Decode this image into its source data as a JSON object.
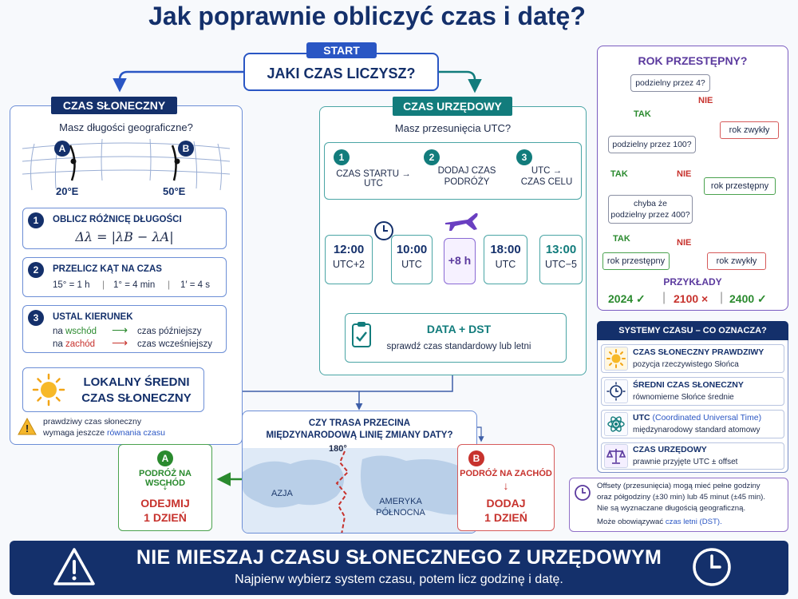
{
  "title": "Jak poprawnie obliczyć czas i datę?",
  "start": {
    "tag": "START",
    "question": "JAKI CZAS LICZYSZ?"
  },
  "solar": {
    "tag": "CZAS SŁONECZNY",
    "question": "Masz długości geograficzne?",
    "point_a": "A",
    "point_b": "B",
    "lon_a": "20°E",
    "lon_b": "50°E",
    "steps": [
      {
        "num": "1",
        "title": "OBLICZ RÓŻNICĘ DŁUGOŚCI",
        "formula": "Δλ = |λB − λA|"
      },
      {
        "num": "2",
        "title": "PRZELICZ KĄT NA CZAS",
        "c1": "15° = 1 h",
        "c2": "1° = 4 min",
        "c3": "1′ = 4 s"
      },
      {
        "num": "3",
        "title": "USTAL KIERUNEK",
        "east_pre": "na ",
        "east_word": "wschód",
        "east_res": "czas późniejszy",
        "west_pre": "na ",
        "west_word": "zachód",
        "west_res": "czas wcześniejszy"
      }
    ],
    "result_l1": "LOKALNY ŚREDNI",
    "result_l2": "CZAS SŁONECZNY",
    "warn_l1": "prawdziwy czas słoneczny",
    "warn_l2_pre": "wymaga jeszcze ",
    "warn_l2_hl": "równania czasu"
  },
  "official": {
    "tag": "CZAS URZĘDOWY",
    "question": "Masz przesunięcia UTC?",
    "steps": [
      {
        "num": "1",
        "l1": "CZAS STARTU → UTC"
      },
      {
        "num": "2",
        "l1": "DODAJ CZAS",
        "l2": "PODRÓŻY"
      },
      {
        "num": "3",
        "l1": "UTC  →",
        "l2": "CZAS CELU"
      }
    ],
    "times": [
      {
        "main": "12:00",
        "sub": "UTC+2"
      },
      {
        "main": "10:00",
        "sub": "UTC"
      },
      {
        "main": "+8 h"
      },
      {
        "main": "18:00",
        "sub": "UTC"
      },
      {
        "main": "13:00",
        "sub": "UTC−5"
      }
    ],
    "dst_title": "DATA + DST",
    "dst_text": "sprawdź czas standardowy lub letni"
  },
  "leap": {
    "title": "ROK PRZESTĘPNY?",
    "q1": "podzielny przez 4?",
    "q2": "podzielny przez 100?",
    "q3_l1": "chyba że",
    "q3_l2": "podzielny przez 400?",
    "yes": "TAK",
    "no": "NIE",
    "common": "rok zwykły",
    "leap_year": "rok przestępny",
    "examples_title": "PRZYKŁADY",
    "ex1": "2024",
    "ex1_mark": "✓",
    "ex2": "2100",
    "ex2_mark": "×",
    "ex3": "2400",
    "ex3_mark": "✓",
    "sep": "|"
  },
  "systems": {
    "title": "SYSTEMY CZASU – CO OZNACZA?",
    "items": [
      {
        "name": "CZAS SŁONECZNY PRAWDZIWY",
        "desc": "pozycja rzeczywistego Słońca"
      },
      {
        "name": "ŚREDNI CZAS SŁONECZNY",
        "desc": "równomierne Słońce średnie"
      },
      {
        "name": "UTC",
        "name_paren": "(Coordinated Universal Time)",
        "desc": "międzynarodowy standard atomowy"
      },
      {
        "name": "CZAS URZĘDOWY",
        "desc": "prawnie przyjęte UTC ± offset"
      }
    ]
  },
  "note": {
    "l1": "Offsety (przesunięcia) mogą mieć pełne godziny",
    "l2": "oraz półgodziny (±30 min) lub 45 minut (±45 min).",
    "l3": "Nie są wyznaczane długością geograficzną.",
    "l4_pre": "Może obowiązywać ",
    "l4_hl": "czas letni (DST)."
  },
  "crossing": {
    "q_l1": "CZY TRASA PRZECINA",
    "q_l2": "MIĘDZYNARODOWĄ LINIĘ ZMIANY DATY?",
    "meridian": "180°",
    "asia": "AZJA",
    "america_l1": "AMERYKA",
    "america_l2": "PÓŁNOCNA"
  },
  "east_trip": {
    "badge": "A",
    "title": "PODRÓŻ NA WSCHÓD",
    "action_l1": "ODEJMIJ",
    "action_l2": "1 DZIEŃ"
  },
  "west_trip": {
    "badge": "B",
    "title": "PODRÓŻ NA ZACHÓD",
    "action_l1": "DODAJ",
    "action_l2": "1 DZIEŃ"
  },
  "banner": {
    "heading": "NIE MIESZAJ CZASU SŁONECZNEGO Z URZĘDOWYM",
    "sub": "Najpierw wybierz system czasu, potem licz godzinę i datę."
  },
  "colors": {
    "navy": "#14306b",
    "teal": "#127c7c",
    "purple": "#5b3a9e",
    "green": "#2a8a2e",
    "red": "#c7322d",
    "blue": "#2a56c4"
  }
}
